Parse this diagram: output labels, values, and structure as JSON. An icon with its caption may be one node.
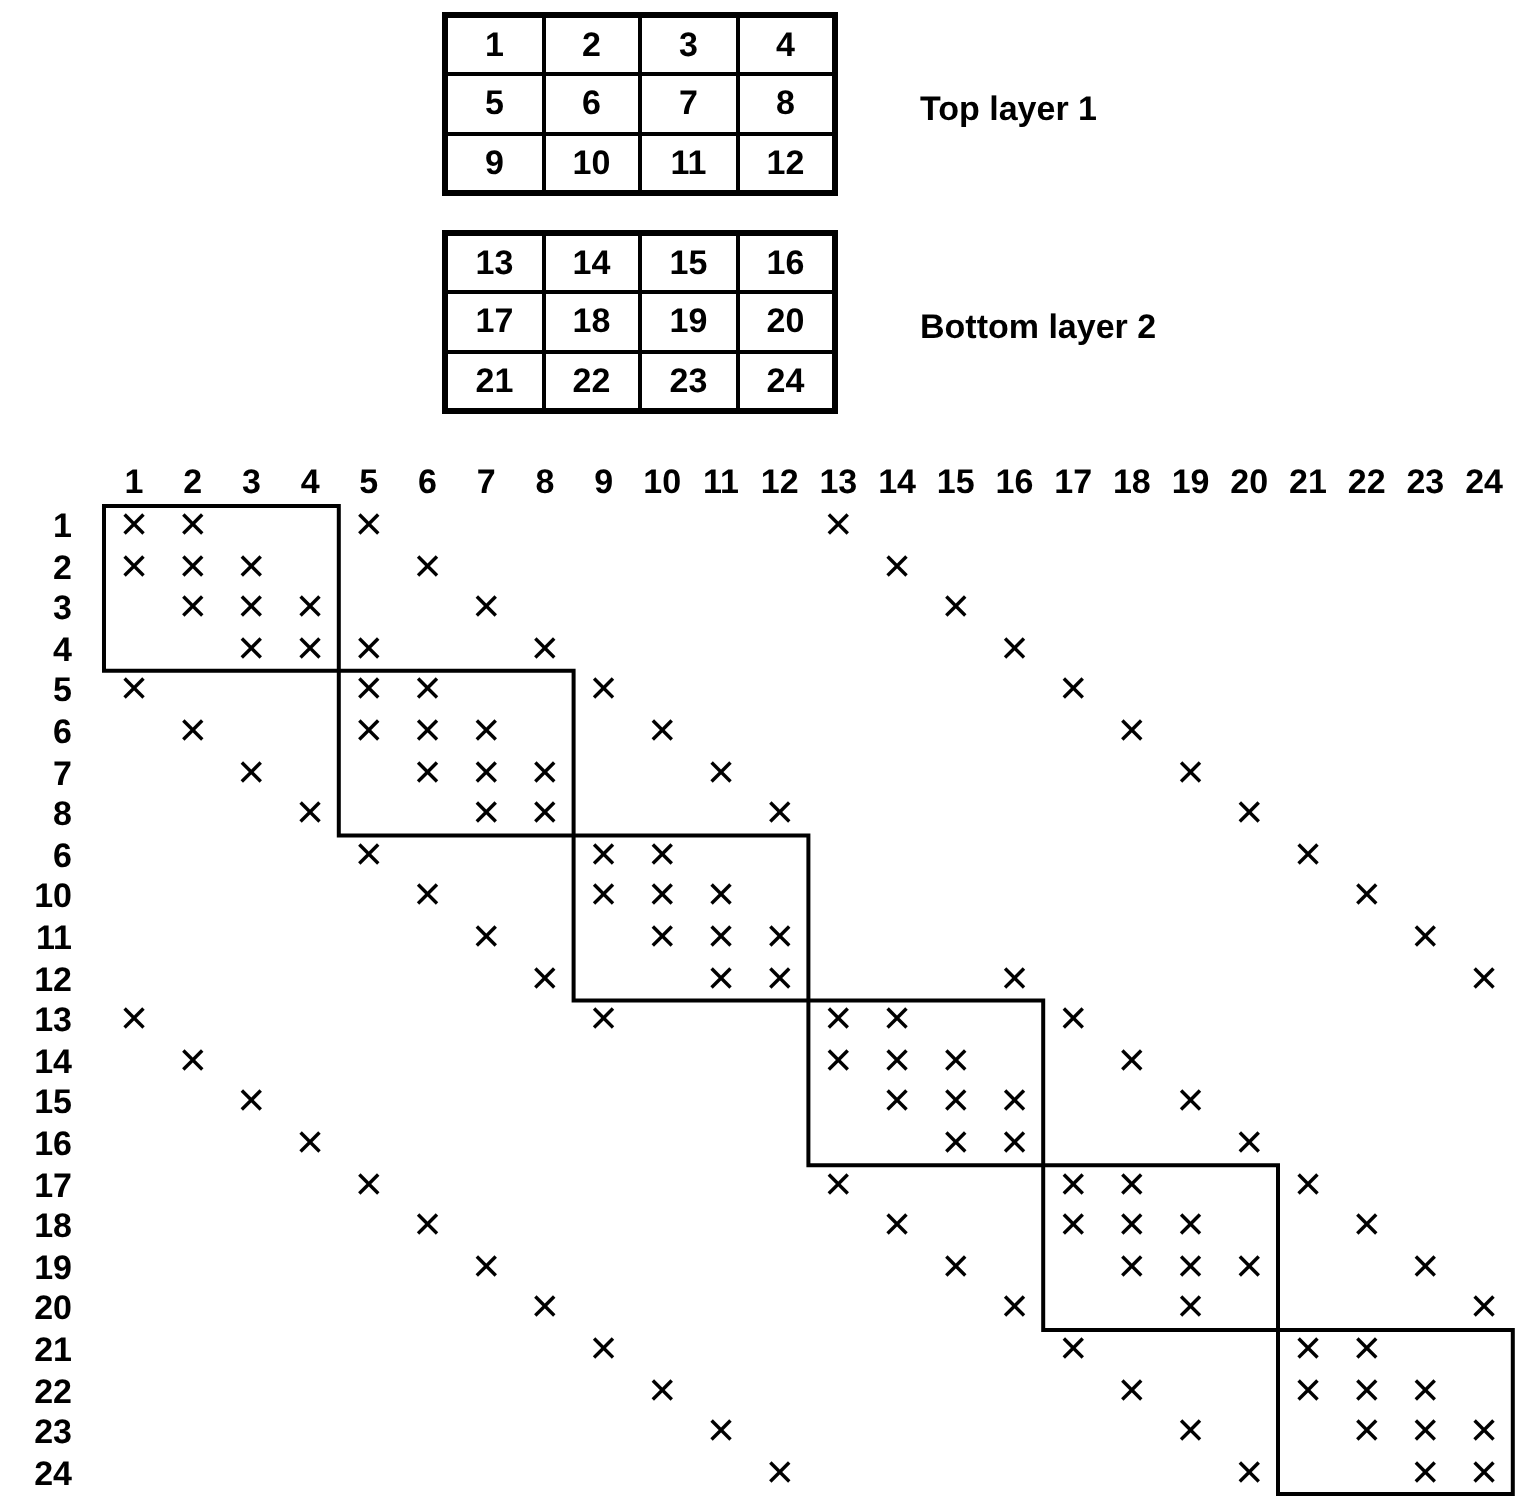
{
  "diagram": {
    "nodes": [
      {
        "text": [],
        "shape": "box",
        "beside": [
          "Top layer 1"
        ]
      },
      {
        "text": [
          "1"
        ],
        "in": 0
      },
      {
        "text": [
          "2"
        ],
        "in": 0
      },
      {
        "text": [
          "3"
        ],
        "in": 0
      },
      {
        "text": [
          "4"
        ],
        "in": 0
      },
      {
        "text": [
          "5"
        ],
        "in": 0
      },
      {
        "text": [
          "6"
        ],
        "in": 0
      },
      {
        "text": [
          "7"
        ],
        "in": 0
      },
      {
        "text": [
          "8"
        ],
        "in": 0
      },
      {
        "text": [
          "9"
        ],
        "in": 0
      },
      {
        "text": [
          "10"
        ],
        "in": 0
      },
      {
        "text": [
          "11"
        ],
        "in": 0
      },
      {
        "text": [
          "12"
        ],
        "in": 0
      },
      {
        "text": [],
        "shape": "box",
        "beside": [
          "Bottom layer 2"
        ]
      },
      {
        "text": [
          "13"
        ],
        "in": 13
      },
      {
        "text": [
          "14"
        ],
        "in": 13
      },
      {
        "text": [
          "15"
        ],
        "in": 13
      },
      {
        "text": [
          "16"
        ],
        "in": 13
      },
      {
        "text": [
          "17"
        ],
        "in": 13
      },
      {
        "text": [
          "18"
        ],
        "in": 13
      },
      {
        "text": [
          "19"
        ],
        "in": 13
      },
      {
        "text": [
          "20"
        ],
        "in": 13
      },
      {
        "text": [
          "21"
        ],
        "in": 13
      },
      {
        "text": [
          "22"
        ],
        "in": 13
      },
      {
        "text": [
          "23"
        ],
        "in": 13
      },
      {
        "text": [
          "24"
        ],
        "in": 13
      }
    ],
    "labels": [
      "1",
      "2",
      "3",
      "4",
      "5",
      "6",
      "7",
      "8",
      "9",
      "10",
      "11",
      "12",
      "13",
      "14",
      "15",
      "16",
      "17",
      "18",
      "19",
      "20",
      "21",
      "22",
      "23",
      "24",
      "1",
      "×",
      "×",
      "×",
      "×",
      "2",
      "×",
      "×",
      "×",
      "×",
      "×",
      "3",
      "×",
      "×",
      "×",
      "×",
      "×",
      "4",
      "×",
      "×",
      "×",
      "×",
      "×",
      "5",
      "×",
      "×",
      "×",
      "×",
      "×",
      "6",
      "×",
      "×",
      "×",
      "×",
      "×",
      "×",
      "7",
      "×",
      "×",
      "×",
      "×",
      "×",
      "×",
      "8",
      "×",
      "×",
      "×",
      "×",
      "×",
      "6",
      "×",
      "×",
      "×",
      "×",
      "10",
      "×",
      "×",
      "×",
      "×",
      "×",
      "11",
      "×",
      "×",
      "×",
      "×",
      "×",
      "12",
      "×",
      "×",
      "×",
      "×",
      "×",
      "13",
      "×",
      "×",
      "×",
      "×",
      "×",
      "14",
      "×",
      "×",
      "×",
      "×",
      "×",
      "15",
      "×",
      "×",
      "×",
      "×",
      "×",
      "16",
      "×",
      "×",
      "×",
      "×",
      "17",
      "×",
      "×",
      "×",
      "×",
      "×",
      "18",
      "×",
      "×",
      "×",
      "×",
      "×",
      "×",
      "19",
      "×",
      "×",
      "×",
      "×",
      "×",
      "×",
      "20",
      "×",
      "×",
      "×",
      "×",
      "21",
      "×",
      "×",
      "×",
      "×",
      "22",
      "×",
      "×",
      "×",
      "×",
      "×",
      "23",
      "×",
      "×",
      "×",
      "×",
      "×",
      "24",
      "×",
      "×",
      "×",
      "×"
    ]
  }
}
